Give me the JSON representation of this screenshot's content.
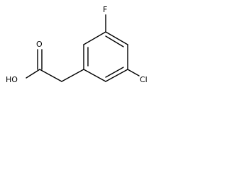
{
  "molecule": {
    "atoms": {
      "fluorine": "F",
      "chlorine": "Cl",
      "carbonyl_oxygen": "O",
      "hydroxyl": "HO"
    }
  }
}
